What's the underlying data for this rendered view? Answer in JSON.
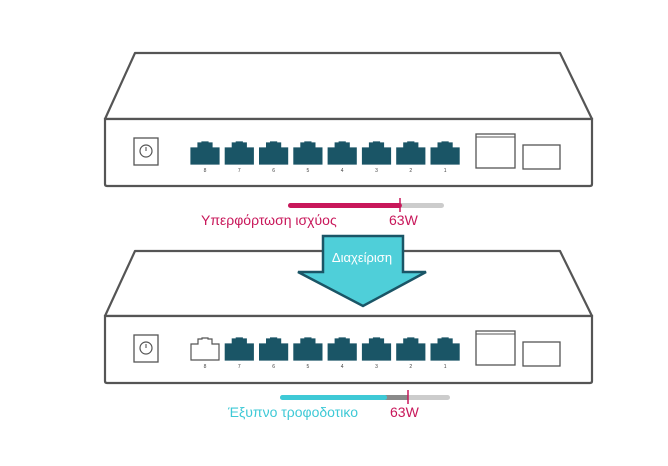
{
  "colors": {
    "outline": "#555555",
    "port": "#1a5566",
    "overload": "#c8175a",
    "smart": "#3ec9d6",
    "arrow_fill": "#4fcfd9",
    "arrow_stroke": "#1a5566",
    "bar_gray": "#cccccc",
    "bar_dark": "#8a8a8a"
  },
  "switch_top": {
    "ports": [
      {
        "label": "8",
        "active": true
      },
      {
        "label": "7",
        "active": true
      },
      {
        "label": "6",
        "active": true
      },
      {
        "label": "5",
        "active": true
      },
      {
        "label": "4",
        "active": true
      },
      {
        "label": "3",
        "active": true
      },
      {
        "label": "2",
        "active": true
      },
      {
        "label": "1",
        "active": true
      }
    ],
    "power_label": "Υπερφόρτωση ισχύος",
    "power_value": "63W",
    "power_fill_fraction": 0.73
  },
  "arrow_label": "Διαχείριση",
  "switch_bottom": {
    "ports": [
      {
        "label": "8",
        "active": false
      },
      {
        "label": "7",
        "active": true
      },
      {
        "label": "6",
        "active": true
      },
      {
        "label": "5",
        "active": true
      },
      {
        "label": "4",
        "active": true
      },
      {
        "label": "3",
        "active": true
      },
      {
        "label": "2",
        "active": true
      },
      {
        "label": "1",
        "active": true
      }
    ],
    "power_label": "Έξυπνο τροφοδοτικο",
    "power_value": "63W",
    "power_fill_fraction": 0.63
  }
}
